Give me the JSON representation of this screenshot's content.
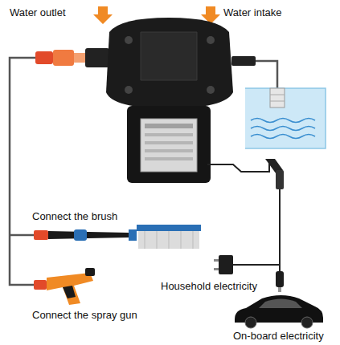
{
  "diagram": {
    "labels": [
      "Water outlet",
      "Water intake",
      "Connect the brush",
      "Connect the spray gun",
      "Household electricity",
      "On-board electricity"
    ]
  }
}
